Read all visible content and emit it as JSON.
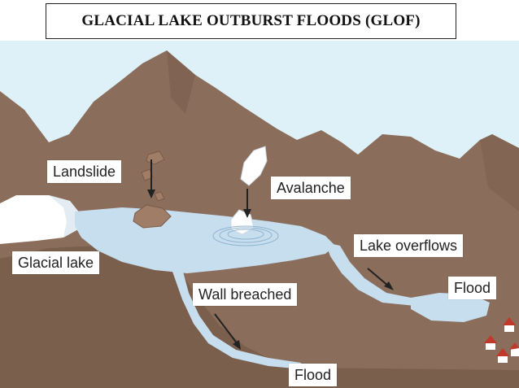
{
  "title": "GLACIAL LAKE OUTBURST FLOODS (GLOF)",
  "labels": {
    "landslide": "Landslide",
    "avalanche": "Avalanche",
    "glacial_lake": "Glacial lake",
    "lake_overflows": "Lake overflows",
    "wall_breached": "Wall breached",
    "flood_right": "Flood",
    "flood_bottom": "Flood"
  },
  "colors": {
    "sky": "#def1f8",
    "mountain": "#8a6d5b",
    "mountain_dark": "#6e5444",
    "ground": "#8c6e5b",
    "lake": "#c7deef",
    "ice": "#ffffff",
    "arrow": "#222222",
    "roof": "#c0392b"
  }
}
